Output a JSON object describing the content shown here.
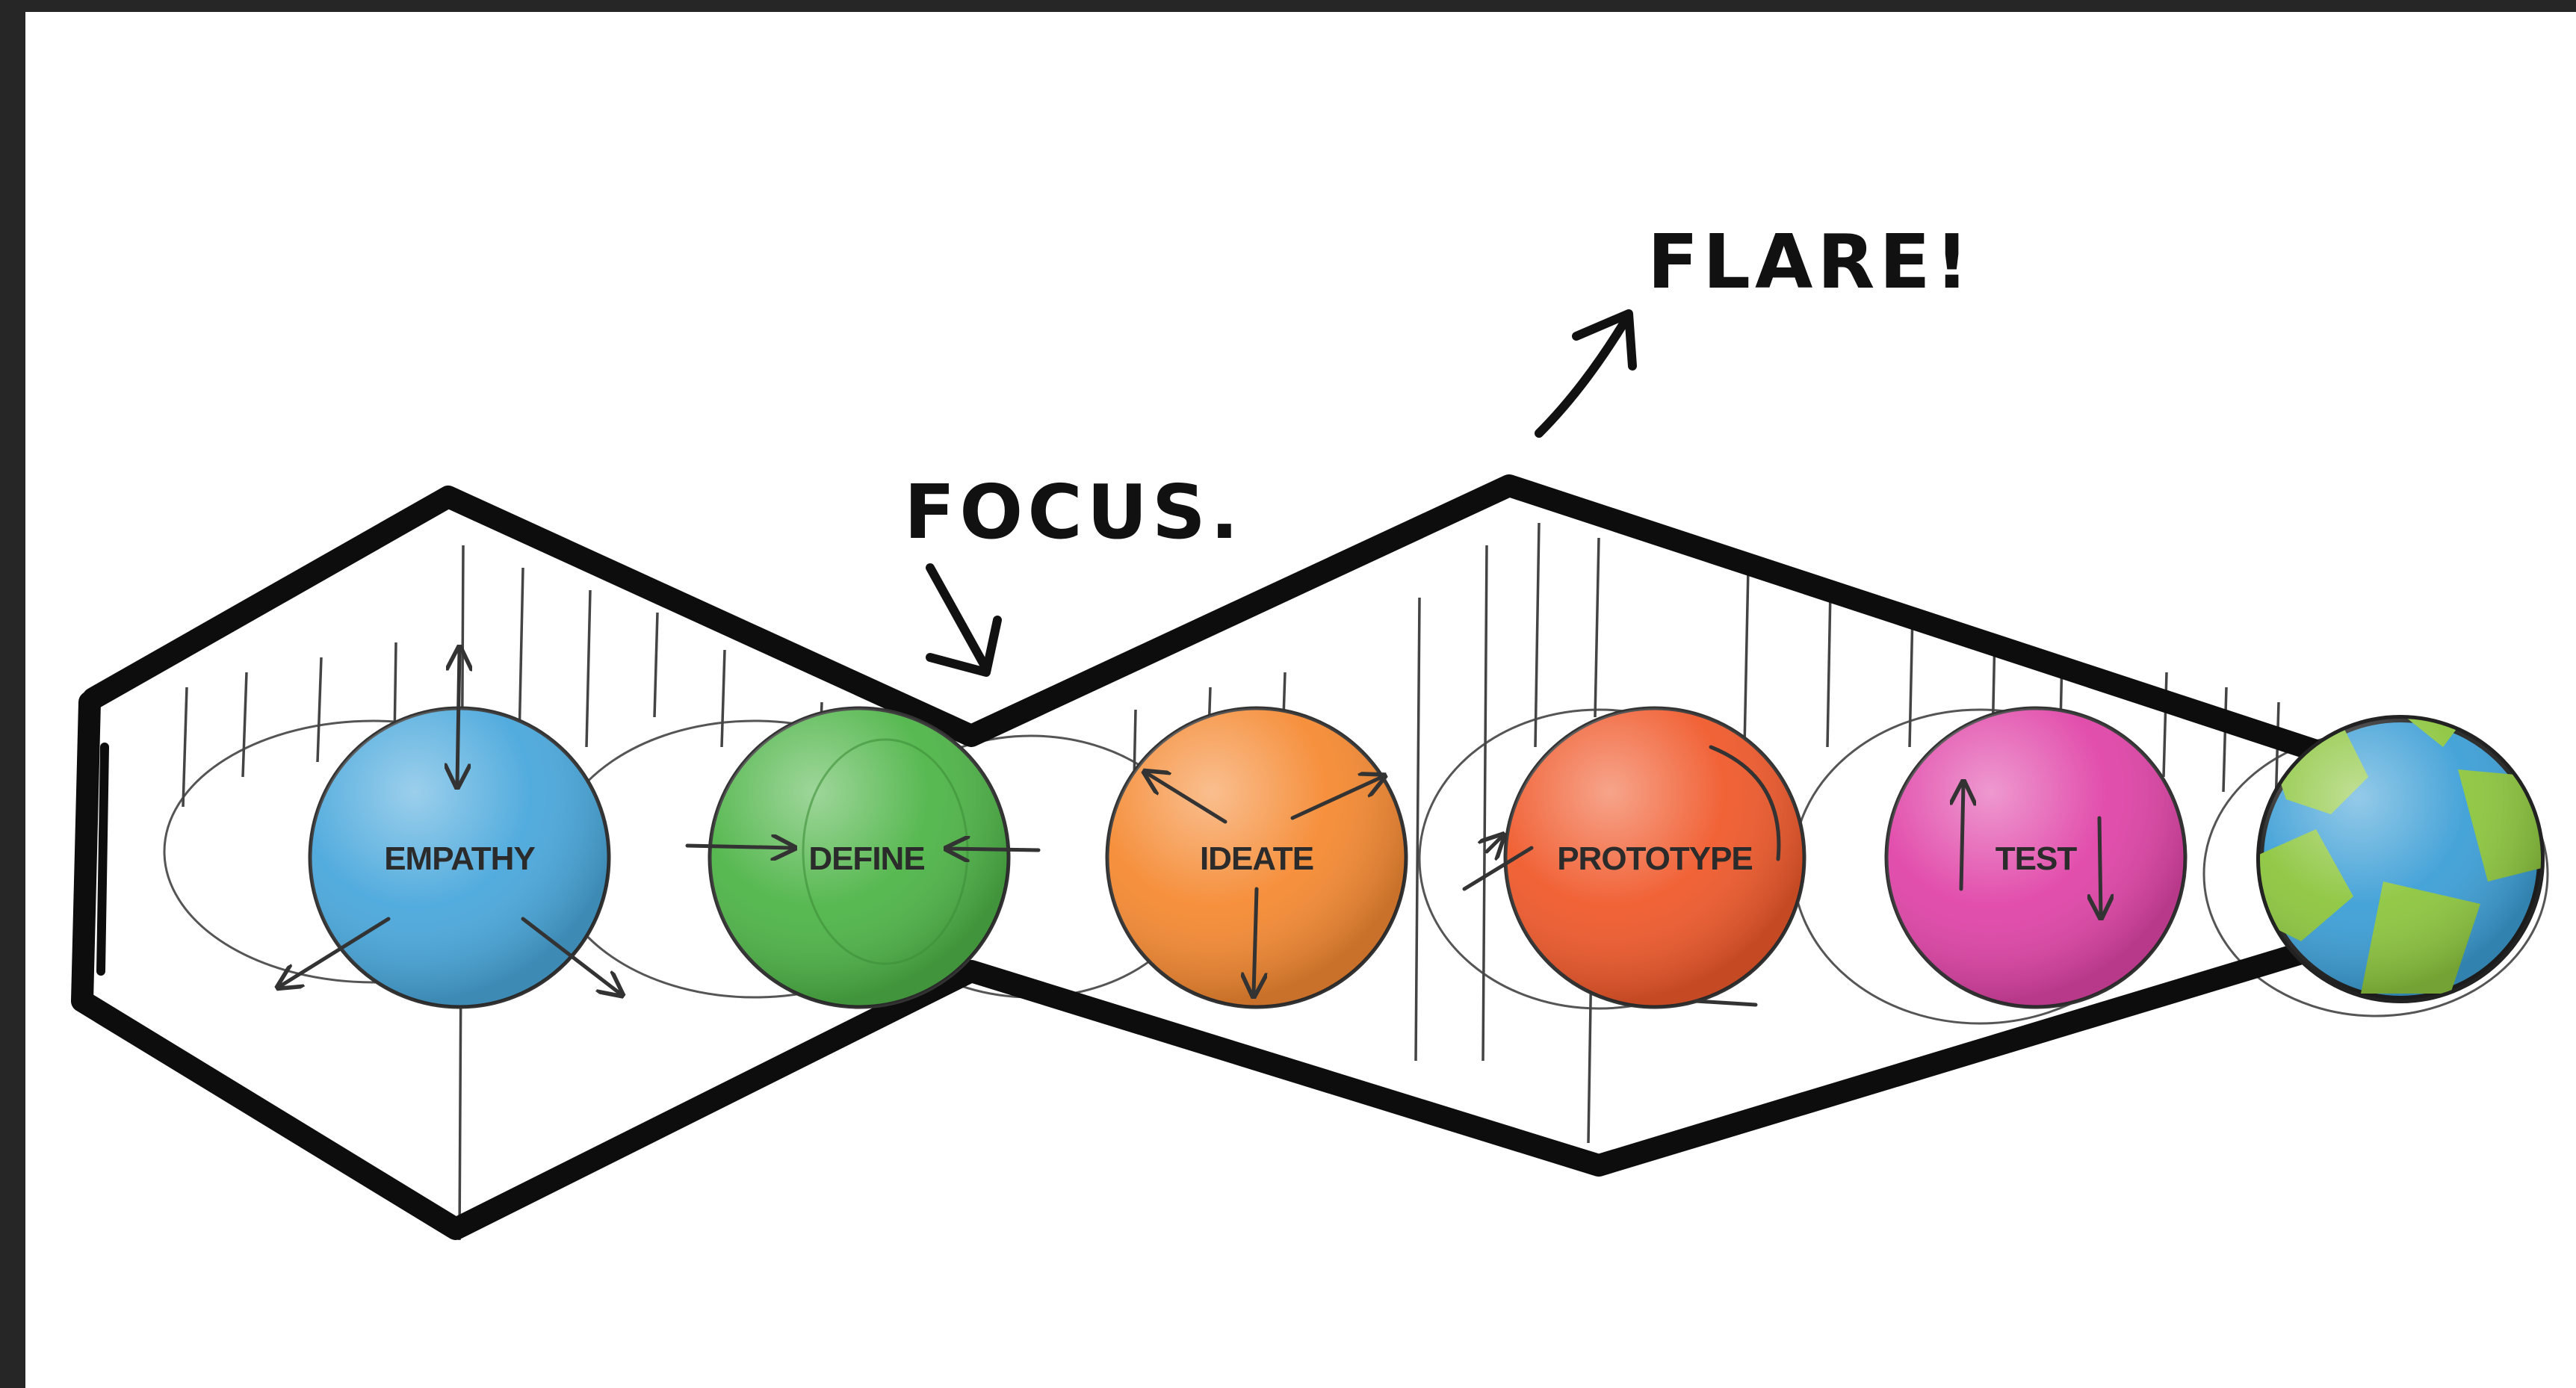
{
  "diagram": {
    "stages": [
      {
        "id": "empathy",
        "label": "EMPATHY",
        "color": "#4aa8dc"
      },
      {
        "id": "define",
        "label": "DEFINE",
        "color": "#4fb548"
      },
      {
        "id": "ideate",
        "label": "IDEATE",
        "color": "#f58a33"
      },
      {
        "id": "prototype",
        "label": "PROTOTYPE",
        "color": "#f05a2c"
      },
      {
        "id": "test",
        "label": "TEST",
        "color": "#e045a8"
      }
    ],
    "annotations": {
      "focus": "FOCUS.",
      "flare": "FLARE!"
    },
    "globe_colors": {
      "ocean": "#3d9fd6",
      "land": "#8dc63f"
    }
  }
}
